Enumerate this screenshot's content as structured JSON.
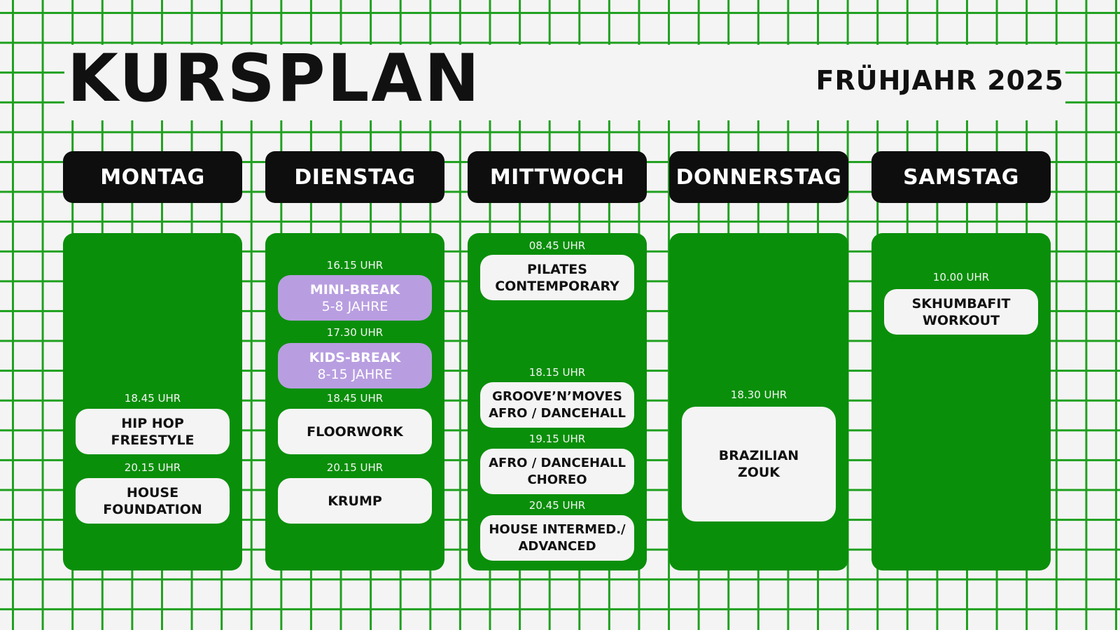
{
  "title": "KURSPLAN",
  "season": "FRÜHJAHR 2025",
  "colors": {
    "grid": "#1ea01e",
    "column": "#0a8f0a",
    "header": "#0e0e0e",
    "card": "#f4f4f4",
    "kids_card": "#b89ee0"
  },
  "days": [
    {
      "name": "MONTAG",
      "slots": [
        {
          "time": "18.45 UHR",
          "line1": "HIP HOP",
          "line2": "FREESTYLE"
        },
        {
          "time": "20.15 UHR",
          "line1": "HOUSE",
          "line2": "FOUNDATION"
        }
      ]
    },
    {
      "name": "DIENSTAG",
      "slots": [
        {
          "time": "16.15 UHR",
          "line1": "MINI-BREAK",
          "line2": "5-8 JAHRE"
        },
        {
          "time": "17.30 UHR",
          "line1": "KIDS-BREAK",
          "line2": "8-15 JAHRE"
        },
        {
          "time": "18.45 UHR",
          "line1": "FLOORWORK",
          "line2": ""
        },
        {
          "time": "20.15 UHR",
          "line1": "KRUMP",
          "line2": ""
        }
      ]
    },
    {
      "name": "MITTWOCH",
      "slots": [
        {
          "time": "08.45 UHR",
          "line1": "PILATES",
          "line2": "CONTEMPORARY"
        },
        {
          "time": "18.15 UHR",
          "line1": "GROOVE’N’MOVES",
          "line2": "AFRO / DANCEHALL"
        },
        {
          "time": "19.15 UHR",
          "line1": "AFRO / DANCEHALL",
          "line2": "CHOREO"
        },
        {
          "time": "20.45 UHR",
          "line1": "HOUSE INTERMED./",
          "line2": "ADVANCED"
        }
      ]
    },
    {
      "name": "DONNERSTAG",
      "slots": [
        {
          "time": "18.30 UHR",
          "line1": "BRAZILIAN",
          "line2": "ZOUK"
        }
      ]
    },
    {
      "name": "SAMSTAG",
      "slots": [
        {
          "time": "10.00 UHR",
          "line1": "SKHUMBAFIT",
          "line2": "WORKOUT"
        }
      ]
    }
  ]
}
